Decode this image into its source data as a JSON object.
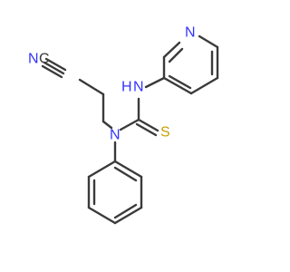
{
  "molecule": {
    "atoms": {
      "n_nitrile": {
        "label": "N",
        "color": "#3333ff"
      },
      "c_nitrile": {
        "label": "C",
        "color": "#3a3a3a"
      },
      "n_nh": {
        "label": "N",
        "color": "#3333ff"
      },
      "h_nh": {
        "label": "H",
        "color": "#3333ff"
      },
      "n_pyridine": {
        "label": "N",
        "color": "#3333ff"
      },
      "n_amine": {
        "label": "N",
        "color": "#3333ff"
      },
      "s_thio": {
        "label": "S",
        "color": "#c8a000"
      }
    },
    "bond_color": "#3a3a3a",
    "background": "#ffffff"
  }
}
